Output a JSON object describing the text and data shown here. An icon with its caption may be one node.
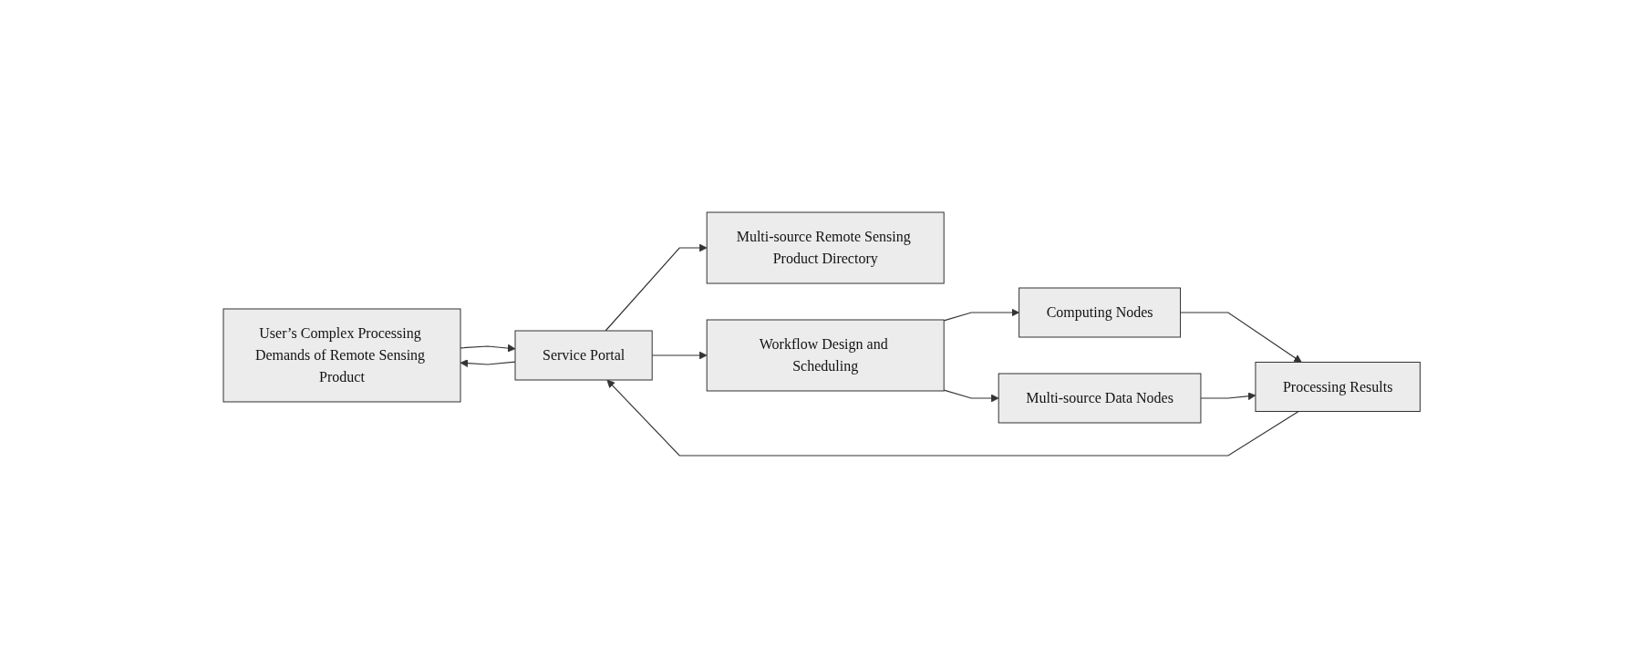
{
  "diagram": {
    "nodes": [
      {
        "text": [
          "User’s Complex Processing Demands of Remote Sensing Product"
        ]
      },
      {
        "text": [
          "Multi-source Remote Sensing Product Directory"
        ]
      },
      {
        "text": [
          "Service Portal"
        ]
      },
      {
        "text": [
          "Workflow Design and Scheduling"
        ]
      },
      {
        "text": [
          "Computing Nodes"
        ]
      },
      {
        "text": [
          "Multi-source Data Nodes"
        ]
      },
      {
        "text": [
          "Processing Results"
        ]
      }
    ],
    "edges": [
      {
        "from": 0,
        "to": 2,
        "arrow": "to"
      },
      {
        "from": 2,
        "to": 0,
        "arrow": "to"
      },
      {
        "from": 2,
        "to": 1,
        "arrow": "to"
      },
      {
        "from": 2,
        "to": 3,
        "arrow": "to"
      },
      {
        "from": 3,
        "to": 4,
        "arrow": "to"
      },
      {
        "from": 3,
        "to": 5,
        "arrow": "to"
      },
      {
        "from": 4,
        "to": 6,
        "arrow": "to"
      },
      {
        "from": 5,
        "to": 6,
        "arrow": "to"
      },
      {
        "from": 6,
        "to": 2,
        "arrow": "to"
      }
    ]
  }
}
